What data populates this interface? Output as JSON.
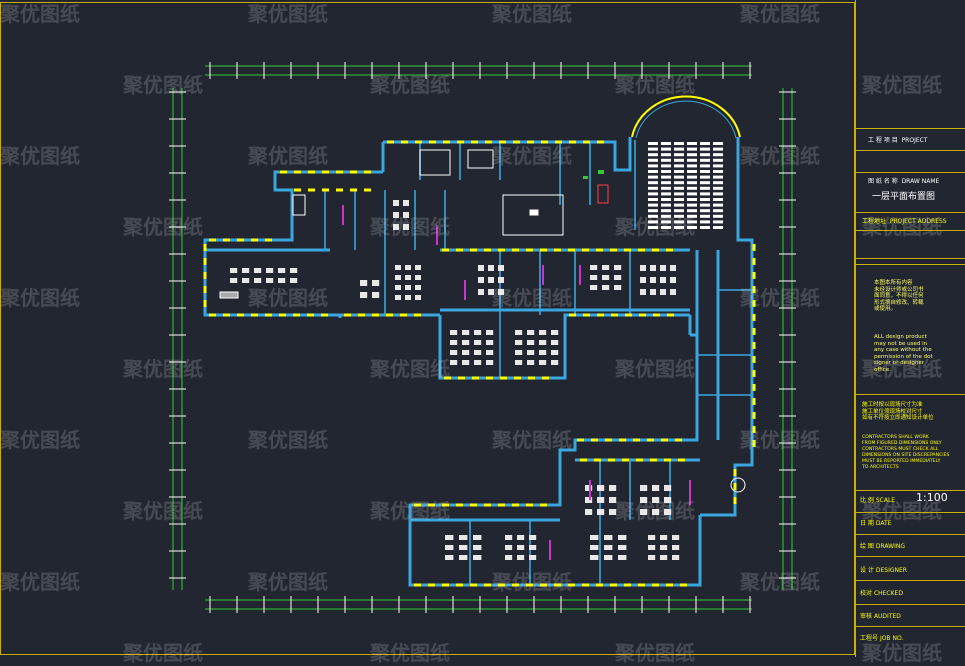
{
  "watermark": {
    "text": "聚优图纸",
    "color": "#ffffff"
  },
  "title_block": {
    "project_label": "工 程 项 目",
    "project_label_en": "PROJECT",
    "drawing_name_label": "图 纸 名 称",
    "drawing_name_label_en": "DRAW NAME",
    "drawing_name": "一层平面布置图",
    "project_address_label": "工程地址",
    "project_address_label_en": "PROJECT ADDRESS",
    "copyright_cn": "本图本所有内容\n未经设计师或公司书\n面同意，不得以任何\n形式摘自修改、转载\n或使用。",
    "copyright_en": "ALL design product\nmay not be used in\nany case without the\npermission of the dot\nsigner or designer\noffice.",
    "dimensions_cn": "施工时按以现场尺寸为准\n施工单位须现场校对尺寸\n如有不符按立即通知设计单位",
    "dimensions_en": "CONTRACTORS SHALL WORK\nFROM FIGURED DIMENSIONS ONLY\nCONTRACTORS MUST CHECK ALL\nDIMENSIONS ON SITE DISCREPANCIES\nMUST BE REPORTED IMMEDIATELY\nTO ARCHITECTS",
    "scale_label": "比 例",
    "scale_label_en": "SCALE",
    "scale_value": "1:100",
    "date_label": "日 期",
    "date_label_en": "DATE",
    "drawing_label": "绘 图",
    "drawing_label_en": "DRAWING",
    "design_label": "设 计",
    "design_label_en": "DESIGNER",
    "check_label": "校对",
    "check_label_en": "CHECKED",
    "audit_label": "审核",
    "audit_label_en": "AUDITED",
    "job_label": "工程号",
    "job_label_en": "JOB NO."
  },
  "colors": {
    "background": "#222630",
    "wall": "#3aa6e0",
    "window": "#ffff00",
    "dimension": "#33cc33",
    "furniture": "#ffffff",
    "door_accent": "#cc33cc",
    "frame": "#c8b000"
  }
}
